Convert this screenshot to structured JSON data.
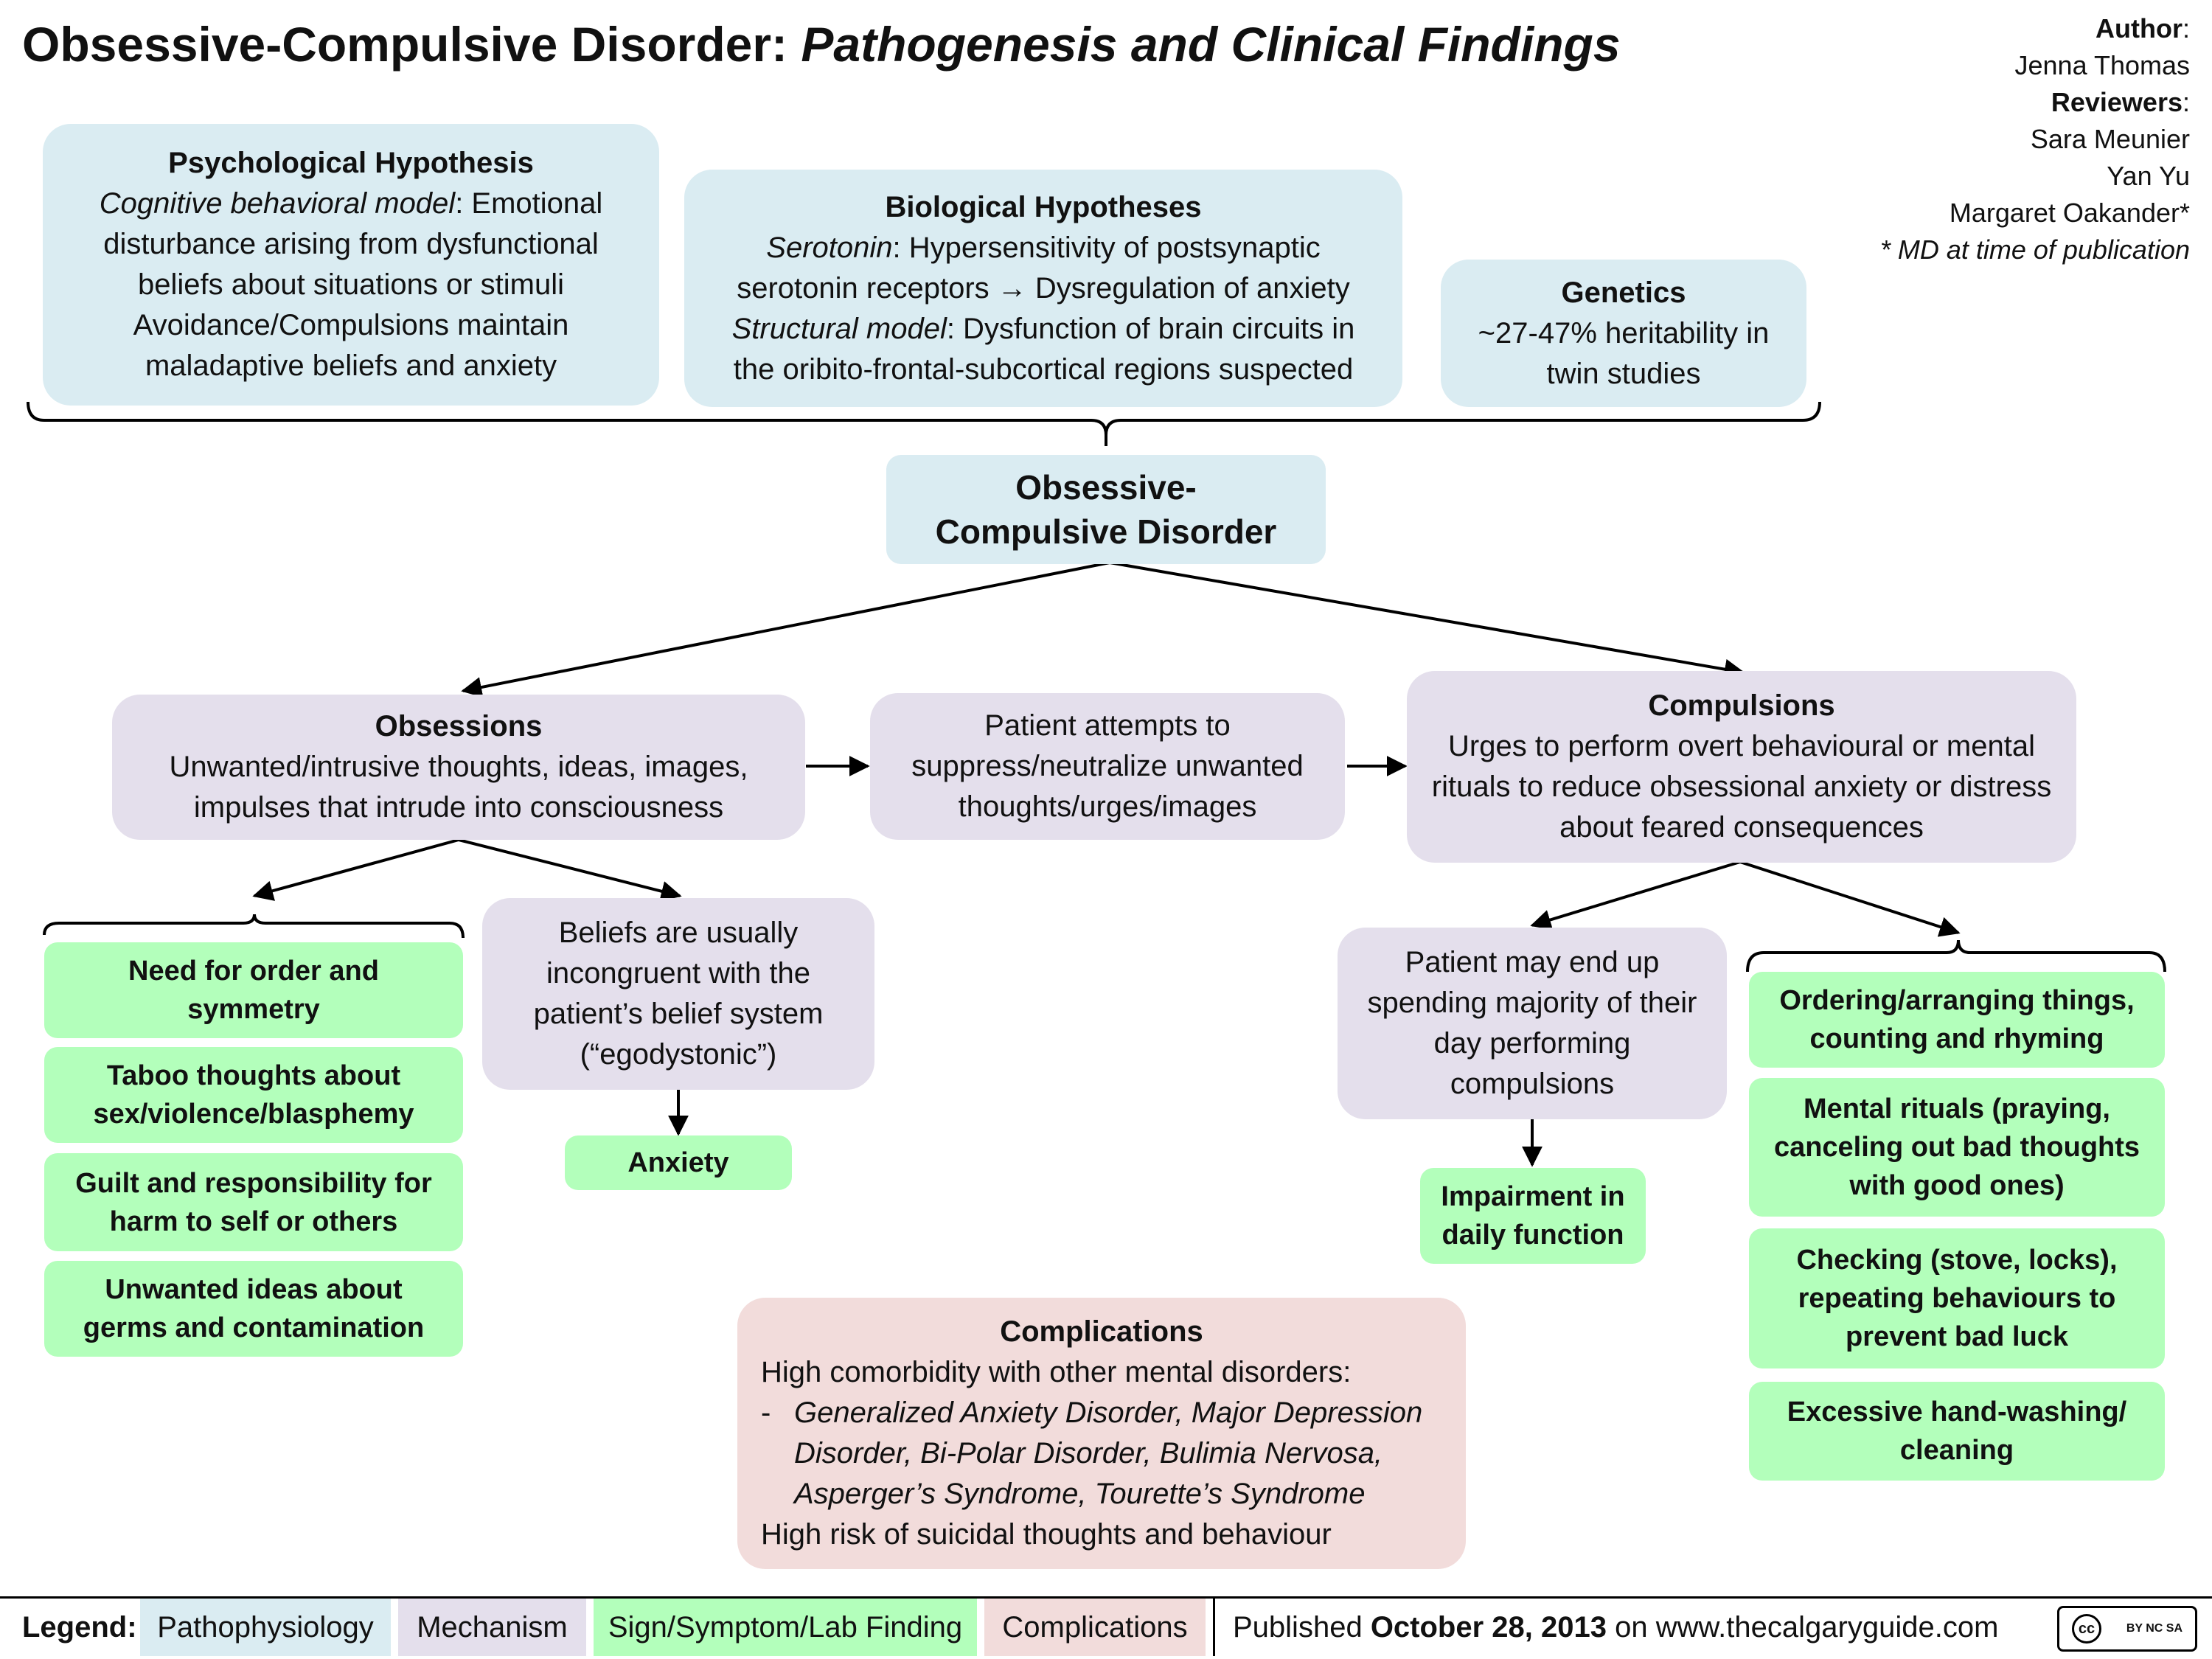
{
  "title": {
    "main": "Obsessive-Compulsive Disorder:",
    "sub": "Pathogenesis and Clinical Findings"
  },
  "credits": {
    "author_label": "Author",
    "author": "Jenna Thomas",
    "reviewers_label": "Reviewers",
    "reviewers": [
      "Sara Meunier",
      "Yan Yu",
      "Margaret Oakander*"
    ],
    "note": "* MD at time of publication"
  },
  "psych": {
    "heading": "Psychological Hypothesis",
    "model": "Cognitive behavioral model",
    "text1": ": Emotional disturbance arising from dysfunctional beliefs about situations or stimuli",
    "text2": "Avoidance/Compulsions maintain maladaptive beliefs and anxiety"
  },
  "bio": {
    "heading": "Biological Hypotheses",
    "serotonin": "Serotonin",
    "serotonin_text": ": Hypersensitivity  of postsynaptic serotonin receptors → Dysregulation of anxiety",
    "structural": "Structural model",
    "structural_text": ": Dysfunction of brain circuits in the oribito-frontal-subcortical regions suspected"
  },
  "genetics": {
    "heading": "Genetics",
    "text": "~27-47% heritability in twin studies"
  },
  "ocd": {
    "label": "Obsessive-Compulsive Disorder"
  },
  "obsessions": {
    "heading": "Obsessions",
    "text": "Unwanted/intrusive thoughts, ideas, images, impulses that intrude into consciousness"
  },
  "suppress": {
    "text": "Patient attempts to suppress/neutralize unwanted thoughts/urges/images"
  },
  "compulsions": {
    "heading": "Compulsions",
    "text": "Urges to perform overt behavioural or mental rituals to reduce obsessional anxiety or distress about feared consequences"
  },
  "obs_types": [
    "Need for order and symmetry",
    "Taboo thoughts about sex/violence/blasphemy",
    "Guilt and responsibility for harm to self or others",
    "Unwanted ideas about germs and contamination"
  ],
  "beliefs": {
    "text": "Beliefs are usually incongruent with the patient’s belief system (“egodystonic”)"
  },
  "anxiety": {
    "text": "Anxiety"
  },
  "spending": {
    "text": "Patient may end up spending majority of their day performing compulsions"
  },
  "impairment": {
    "text": "Impairment in daily function"
  },
  "comp_types": [
    "Ordering/arranging things, counting and rhyming",
    "Mental rituals (praying, canceling out bad thoughts with good ones)",
    "Checking (stove, locks), repeating behaviours to prevent bad luck",
    "Excessive hand-washing/ cleaning"
  ],
  "complications": {
    "heading": "Complications",
    "line1": "High comorbidity with other mental disorders:",
    "dash": "-",
    "disorders": "Generalized Anxiety Disorder, Major Depression Disorder, Bi-Polar Disorder, Bulimia Nervosa, Asperger’s Syndrome, Tourette’s Syndrome",
    "line2": "High risk of suicidal thoughts and behaviour"
  },
  "legend": {
    "label": "Legend:",
    "items": [
      "Pathophysiology",
      "Mechanism",
      "Sign/Symptom/Lab Finding",
      "Complications"
    ],
    "published_prefix": "Published",
    "published_date": "October 28, 2013",
    "published_suffix": "on www.thecalgaryguide.com",
    "license": "BY NC SA"
  },
  "colors": {
    "pathophysiology": "#daecf2",
    "mechanism": "#e4dfec",
    "sign": "#b3ffbb",
    "complications": "#f2dcdb"
  }
}
